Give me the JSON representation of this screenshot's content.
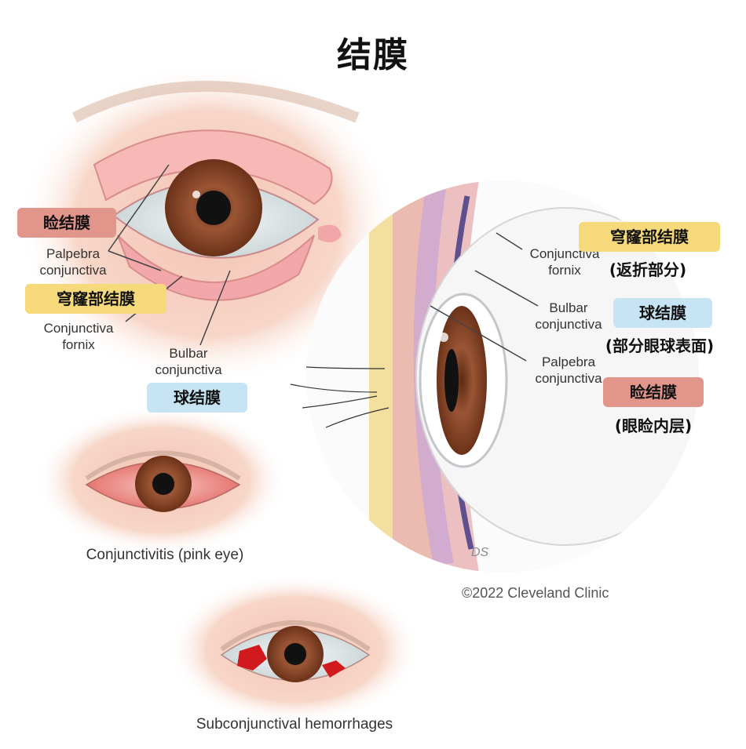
{
  "title": "结膜",
  "labels": {
    "palpebra_left": "Palpebra\nconjunctiva",
    "fornix_left": "Conjunctiva\nfornix",
    "bulbar_left": "Bulbar\nconjunctiva",
    "fornix_right": "Conjunctiva\nfornix",
    "bulbar_right": "Bulbar\nconjunctiva",
    "palpebra_right": "Palpebra\nconjunctiva"
  },
  "tags": {
    "palpebral_cn_left": "睑结膜",
    "fornix_cn_left": "穹窿部结膜",
    "bulbar_cn_left": "球结膜",
    "fornix_cn_right": "穹窿部结膜",
    "fornix_cn_right_note": "(返折部分)",
    "bulbar_cn_right": "球结膜",
    "bulbar_cn_right_note": "(部分眼球表面)",
    "palpebral_cn_right": "睑结膜",
    "palpebral_cn_right_note": "(眼睑内层)"
  },
  "captions": {
    "conjunctivitis": "Conjunctivitis (pink eye)",
    "hemorrhage": "Subconjunctival hemorrhages"
  },
  "credit": "©2022 Cleveland Clinic",
  "artist_initials": "DS",
  "colors": {
    "skin": "#f6d3c3",
    "iris": "#8a4a2c",
    "sclera": "#e6ecec",
    "conjunctiva_pink": "#f1a6a8",
    "tag_red": "#e2958b",
    "tag_yellow": "#f5d97a",
    "tag_blue": "#c6e4f3"
  }
}
